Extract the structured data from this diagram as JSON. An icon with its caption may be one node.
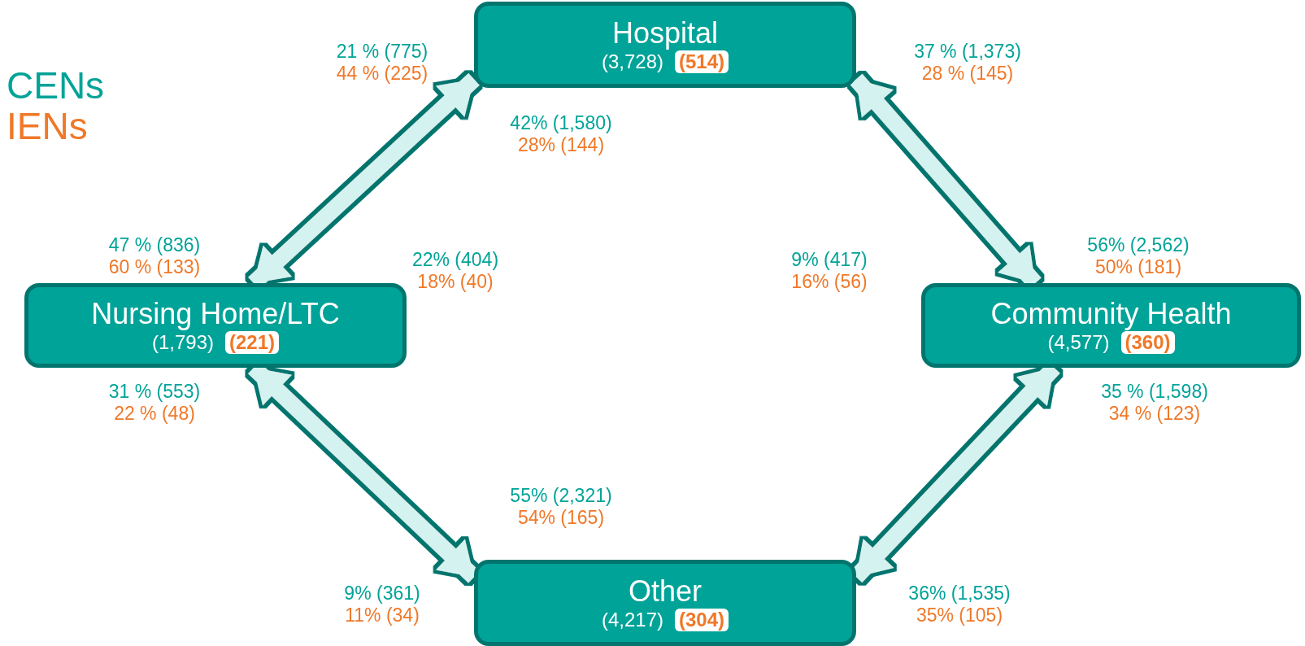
{
  "diagram": {
    "nodes": [
      {
        "text": [
          "Hospital",
          "(3,728)",
          "(514)"
        ]
      },
      {
        "text": [
          "Nursing Home/LTC",
          "(1,793)",
          "(221)"
        ]
      },
      {
        "text": [
          "Community Health",
          "(4,577)",
          "(360)"
        ]
      },
      {
        "text": [
          "Other",
          "(4,217)",
          "(304)"
        ]
      }
    ],
    "edges": [
      {
        "from": 0,
        "to": 1,
        "arrow": "both"
      },
      {
        "from": 0,
        "to": 2,
        "arrow": "both"
      },
      {
        "from": 1,
        "to": 3,
        "arrow": "both"
      },
      {
        "from": 2,
        "to": 3,
        "arrow": "both"
      },
      {
        "from": 0,
        "to": 3,
        "arrow": "both"
      },
      {
        "from": 1,
        "to": 2,
        "arrow": "both"
      }
    ],
    "labels": [
      "21 % (775)",
      "44 % (225)",
      "37 % (1,373)",
      "28 % (145)",
      "42% (1,580)",
      "28% (144)",
      "47 % (836)",
      "60 % (133)",
      "56% (2,562)",
      "50% (181)",
      "22% (404)",
      "18% (40)",
      "9% (417)",
      "16% (56)",
      "31 % (553)",
      "22 % (48)",
      "35 % (1,598)",
      "34 % (123)",
      "55% (2,321)",
      "54% (165)",
      "9% (361)",
      "11% (34)",
      "36% (1,535)",
      "35% (105)"
    ],
    "legend": [
      {
        "text": "CENs",
        "color": "#00a398"
      },
      {
        "text": "IENs",
        "color": "#f07828"
      }
    ]
  }
}
